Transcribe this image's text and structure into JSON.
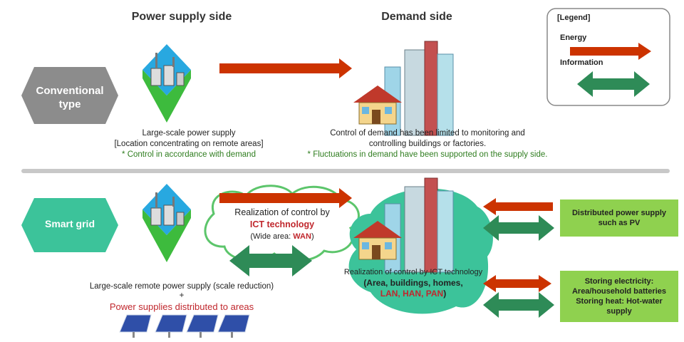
{
  "headers": {
    "supply": "Power supply side",
    "demand": "Demand side"
  },
  "legend": {
    "title": "[Legend]",
    "energy": "Energy",
    "information": "Information"
  },
  "conventional": {
    "label_line1": "Conventional",
    "label_line2": "type",
    "supply_line1": "Large-scale power supply",
    "supply_line2": "[Location concentrating on remote areas]",
    "supply_note": "* Control in accordance with demand",
    "demand_line1": "Control of demand has been limited to monitoring and",
    "demand_line2": "controlling buildings or factories.",
    "demand_note": "* Fluctuations in demand have been supported on the supply side."
  },
  "smartgrid": {
    "label": "Smart grid",
    "cloud_line1": "Realization of control by",
    "cloud_line2": "ICT technology",
    "cloud_line3_prefix": "(Wide area: ",
    "cloud_line3_wan": "WAN",
    "cloud_line3_suffix": ")",
    "demand_line1": "Realization of control by ICT technology",
    "demand_line2": "(Area, buildings, homes,",
    "demand_line3": "LAN, HAN, PAN",
    "demand_line3_suffix": ")",
    "supply_line1": "Large-scale remote power supply (scale reduction)",
    "supply_plus": "+",
    "supply_line2": "Power supplies distributed to areas",
    "box1_line1": "Distributed power supply",
    "box1_line2": "such as PV",
    "box2_line1": "Storing electricity:",
    "box2_line2": "Area/household batteries",
    "box2_line3": "Storing heat: Hot-water",
    "box2_line4": "supply"
  },
  "colors": {
    "energy_arrow": "#cc3300",
    "info_arrow": "#2e8b57",
    "conventional_hex": "#8c8c8c",
    "smartgrid_hex": "#3cc39a",
    "box_green": "#8fd14f"
  },
  "icons": [
    "power-plant-icon",
    "buildings-icon",
    "house-icon",
    "solar-panel-icon"
  ]
}
